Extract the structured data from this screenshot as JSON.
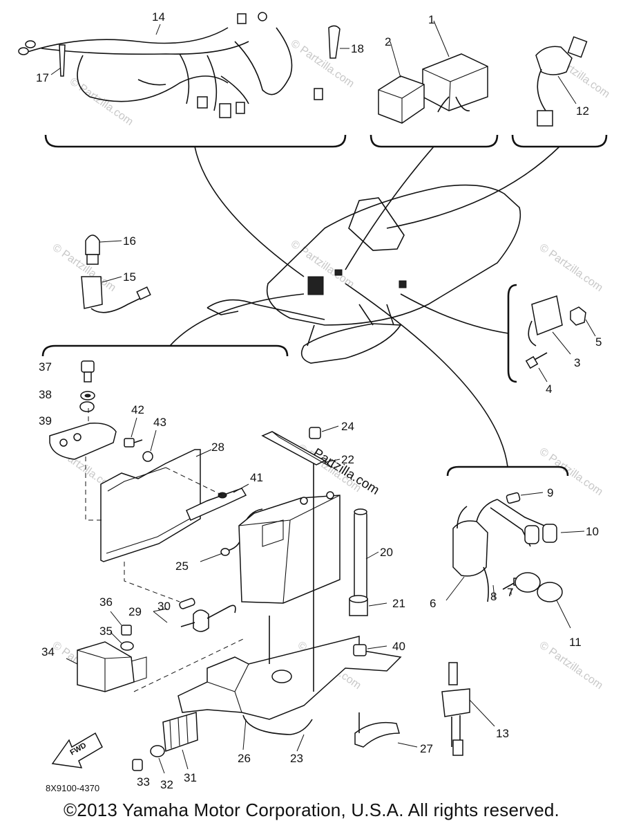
{
  "diagram": {
    "callouts": [
      {
        "id": "1",
        "label": "1"
      },
      {
        "id": "2",
        "label": "2"
      },
      {
        "id": "3",
        "label": "3"
      },
      {
        "id": "4",
        "label": "4"
      },
      {
        "id": "5",
        "label": "5"
      },
      {
        "id": "6",
        "label": "6"
      },
      {
        "id": "7",
        "label": "7"
      },
      {
        "id": "8",
        "label": "8"
      },
      {
        "id": "9",
        "label": "9"
      },
      {
        "id": "10",
        "label": "10"
      },
      {
        "id": "11",
        "label": "11"
      },
      {
        "id": "12",
        "label": "12"
      },
      {
        "id": "13",
        "label": "13"
      },
      {
        "id": "14",
        "label": "14"
      },
      {
        "id": "15",
        "label": "15"
      },
      {
        "id": "16",
        "label": "16"
      },
      {
        "id": "17",
        "label": "17"
      },
      {
        "id": "18",
        "label": "18"
      },
      {
        "id": "20",
        "label": "20"
      },
      {
        "id": "21",
        "label": "21"
      },
      {
        "id": "22",
        "label": "22"
      },
      {
        "id": "23",
        "label": "23"
      },
      {
        "id": "24",
        "label": "24"
      },
      {
        "id": "25",
        "label": "25"
      },
      {
        "id": "26",
        "label": "26"
      },
      {
        "id": "27",
        "label": "27"
      },
      {
        "id": "28",
        "label": "28"
      },
      {
        "id": "29",
        "label": "29"
      },
      {
        "id": "30",
        "label": "30"
      },
      {
        "id": "31",
        "label": "31"
      },
      {
        "id": "32",
        "label": "32"
      },
      {
        "id": "33",
        "label": "33"
      },
      {
        "id": "34",
        "label": "34"
      },
      {
        "id": "35",
        "label": "35"
      },
      {
        "id": "36",
        "label": "36"
      },
      {
        "id": "37",
        "label": "37"
      },
      {
        "id": "38",
        "label": "38"
      },
      {
        "id": "39",
        "label": "39"
      },
      {
        "id": "40",
        "label": "40"
      },
      {
        "id": "41",
        "label": "41"
      },
      {
        "id": "42",
        "label": "42"
      },
      {
        "id": "43",
        "label": "43"
      }
    ],
    "fwd_label": "FWD",
    "part_code": "8X9100-4370",
    "watermark": "© Partzilla.com",
    "watermark_domain": "Partzilla.com"
  },
  "footer": {
    "copyright": "©2013  Yamaha Motor Corporation, U.S.A. All rights reserved."
  }
}
